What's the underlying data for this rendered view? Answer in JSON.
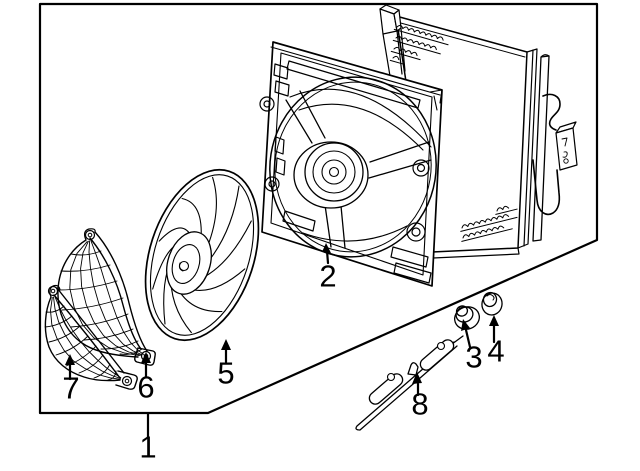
{
  "diagram": {
    "kind": "exploded-parts-line-diagram",
    "background_color": "#ffffff",
    "line_color": "#000000",
    "callouts": [
      {
        "number": "1",
        "part": "assembly-boundary-outline"
      },
      {
        "number": "2",
        "part": "fan-shroud-assembly"
      },
      {
        "number": "3",
        "part": "grommet-small"
      },
      {
        "number": "4",
        "part": "grommet-dome"
      },
      {
        "number": "5",
        "part": "fan-blade"
      },
      {
        "number": "6",
        "part": "protective-grille-outer"
      },
      {
        "number": "7",
        "part": "protective-grille-inner"
      },
      {
        "number": "8",
        "part": "mounting-bracket-strip"
      }
    ]
  }
}
